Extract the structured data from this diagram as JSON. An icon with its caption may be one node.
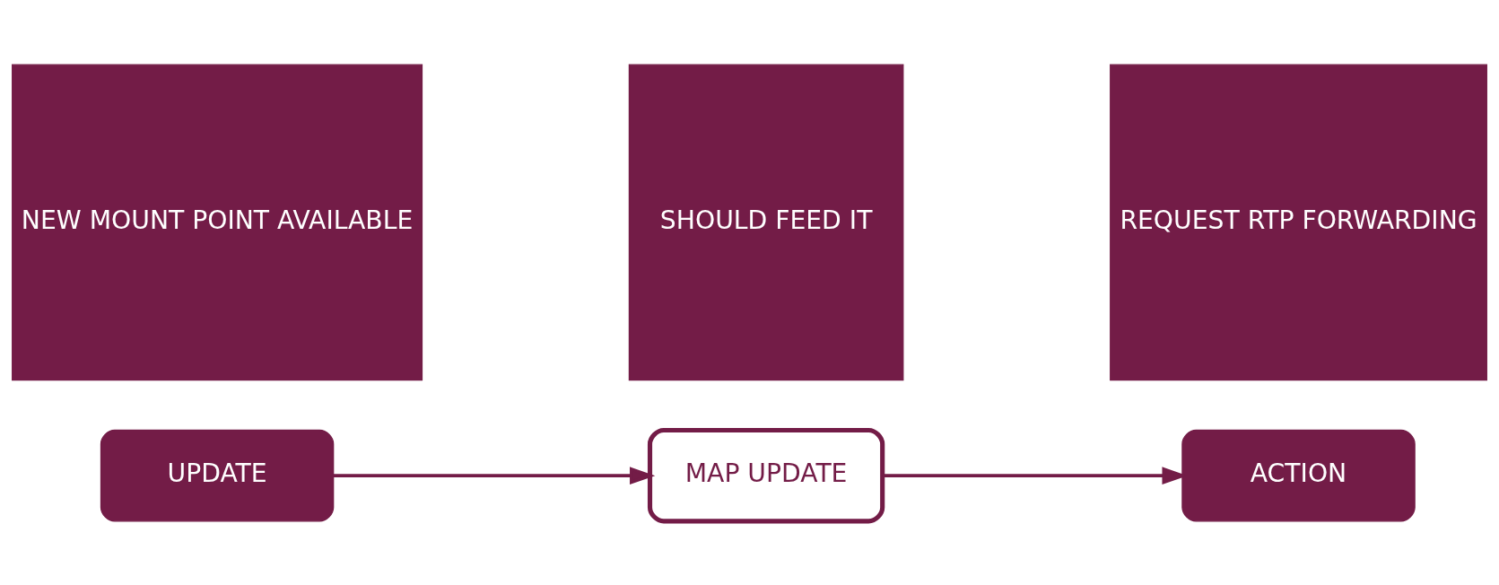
{
  "diagram": {
    "nodes": [
      {
        "text": [
          "UPDATE"
        ]
      },
      {
        "text": [
          "MAP UPDATE"
        ]
      },
      {
        "text": [
          "ACTION"
        ]
      },
      {
        "text": [
          "NEW MOUNT POINT AVAILABLE"
        ]
      },
      {
        "text": [
          "SHOULD FEED IT"
        ]
      },
      {
        "text": [
          "REQUEST RTP FORWARDING"
        ]
      }
    ],
    "edges": [
      {
        "from": 0,
        "to": 1,
        "arrow": "to"
      },
      {
        "from": 1,
        "to": 2,
        "arrow": "to"
      }
    ]
  }
}
